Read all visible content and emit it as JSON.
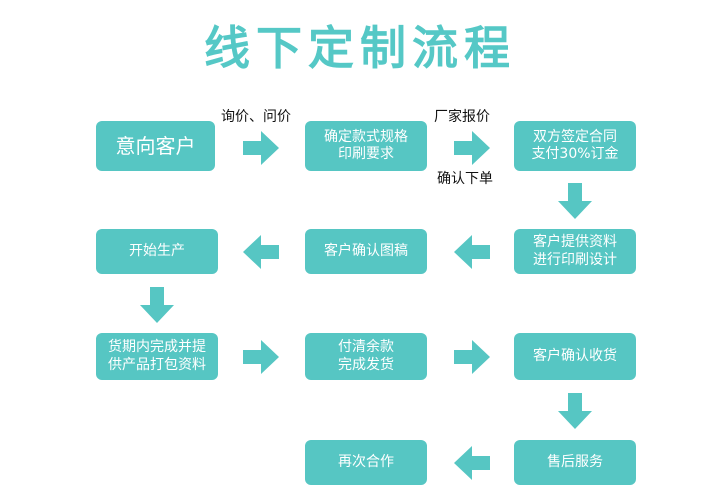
{
  "title": "线下定制流程",
  "steps": {
    "customer": "意向客户",
    "confirm_style_line1": "确定款式规格",
    "confirm_style_line2": "印刷要求",
    "contract_line1": "双方签定合同",
    "contract_line2": "支付30%订金",
    "materials_line1": "客户提供资料",
    "materials_line2": "进行印刷设计",
    "confirm_draft": "客户确认图稿",
    "start_production": "开始生产",
    "delivery_line1": "货期内完成并提",
    "delivery_line2": "供产品打包资料",
    "payment_line1": "付清余款",
    "payment_line2": "完成发货",
    "receipt": "客户确认收货",
    "after_sales": "售后服务",
    "repeat_order": "再次合作"
  },
  "labels": {
    "inquiry": "询价、问价",
    "factory_quote": "厂家报价",
    "confirm_order": "确认下单"
  },
  "colors": {
    "accent": "#56c6c3",
    "title": "#55c8c6"
  }
}
